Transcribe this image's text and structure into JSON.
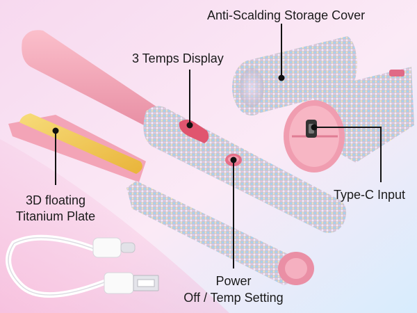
{
  "labels": {
    "storage_cover": "Anti-Scalding Storage Cover",
    "temps_display": "3 Temps Display",
    "plate_line1": "3D floating",
    "plate_line2": "Titanium Plate",
    "type_c": "Type-C Input",
    "power_line1": "Power",
    "power_line2": "Off / Temp Setting"
  },
  "colors": {
    "background_top_left": "#f6d8ef",
    "background_right": "#d8eefe",
    "device_pink": "#f7a8b8",
    "device_pink_dark": "#e07d94",
    "plate_gold": "#f2c84a",
    "pointer_line": "#111111"
  },
  "icons": [
    "usb-c-cable-icon",
    "usb-a-plug-icon",
    "rhinestone-texture"
  ]
}
